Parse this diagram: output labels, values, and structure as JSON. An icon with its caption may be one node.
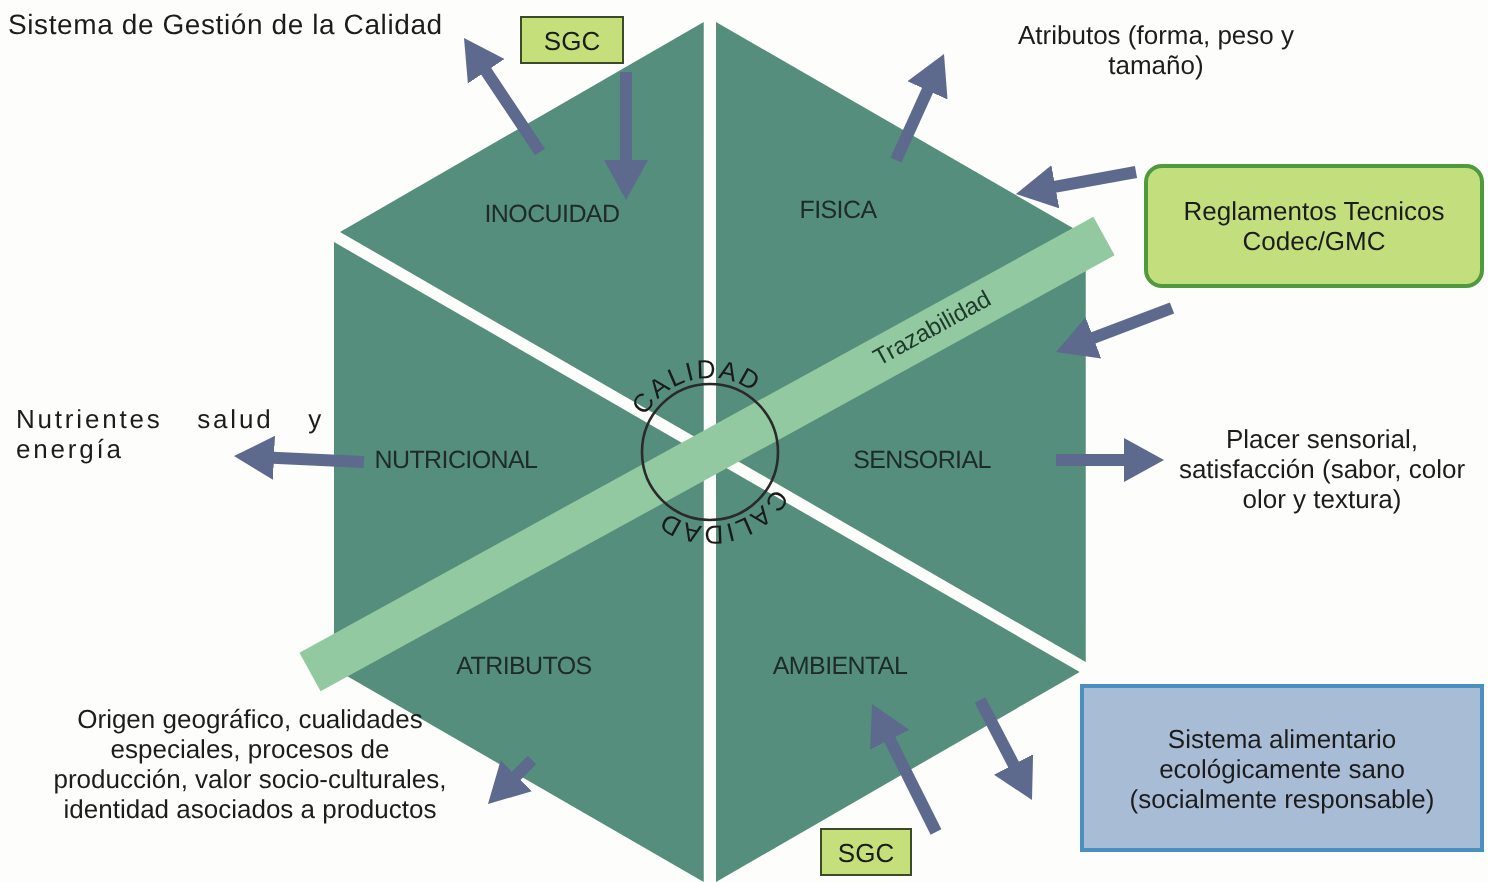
{
  "diagram": {
    "nodes": [
      {
        "text": [
          "Sistema de Gestión de la Calidad"
        ]
      },
      {
        "text": [
          "SGC"
        ]
      },
      {
        "text": [
          "INOCUIDAD"
        ]
      },
      {
        "text": [
          "FISICA"
        ]
      },
      {
        "text": [
          "Atributos (forma, peso y tamaño)"
        ]
      },
      {
        "text": [
          "Reglamentos Tecnicos Codec/GMC"
        ]
      },
      {
        "text": [
          "Nutrientes salud y energía"
        ]
      },
      {
        "text": [
          "NUTRICIONAL"
        ]
      },
      {
        "text": [
          "CALIDAD",
          "CALIDAD"
        ]
      },
      {
        "text": [
          "SENSORIAL"
        ]
      },
      {
        "text": [
          "Placer sensorial, satisfacción (sabor, color olor y textura)"
        ]
      },
      {
        "text": [
          "ATRIBUTOS"
        ]
      },
      {
        "text": [
          "AMBIENTAL"
        ]
      },
      {
        "text": [
          "Sistema alimentario ecológicamente sano (socialmente responsable)"
        ]
      },
      {
        "text": [
          "Origen geográfico, cualidades especiales, procesos de producción, valor socio-culturales, identidad asociados a productos"
        ]
      },
      {
        "text": [
          "SGC"
        ]
      }
    ],
    "edges": [
      {
        "from": 2,
        "to": 0,
        "arrow": "to"
      },
      {
        "from": 1,
        "to": 2,
        "arrow": "to"
      },
      {
        "from": 3,
        "to": 4,
        "arrow": "to"
      },
      {
        "from": 5,
        "to": 3,
        "arrow": "to"
      },
      {
        "from": 5,
        "to": 9,
        "arrow": "to"
      },
      {
        "from": 7,
        "to": 6,
        "arrow": "to"
      },
      {
        "from": 9,
        "to": 10,
        "arrow": "to"
      },
      {
        "from": 11,
        "to": 14,
        "arrow": "to"
      },
      {
        "from": 12,
        "to": 13,
        "arrow": "to"
      },
      {
        "from": 15,
        "to": 12,
        "arrow": "to"
      }
    ],
    "labels": [
      "Trazabilidad"
    ]
  }
}
